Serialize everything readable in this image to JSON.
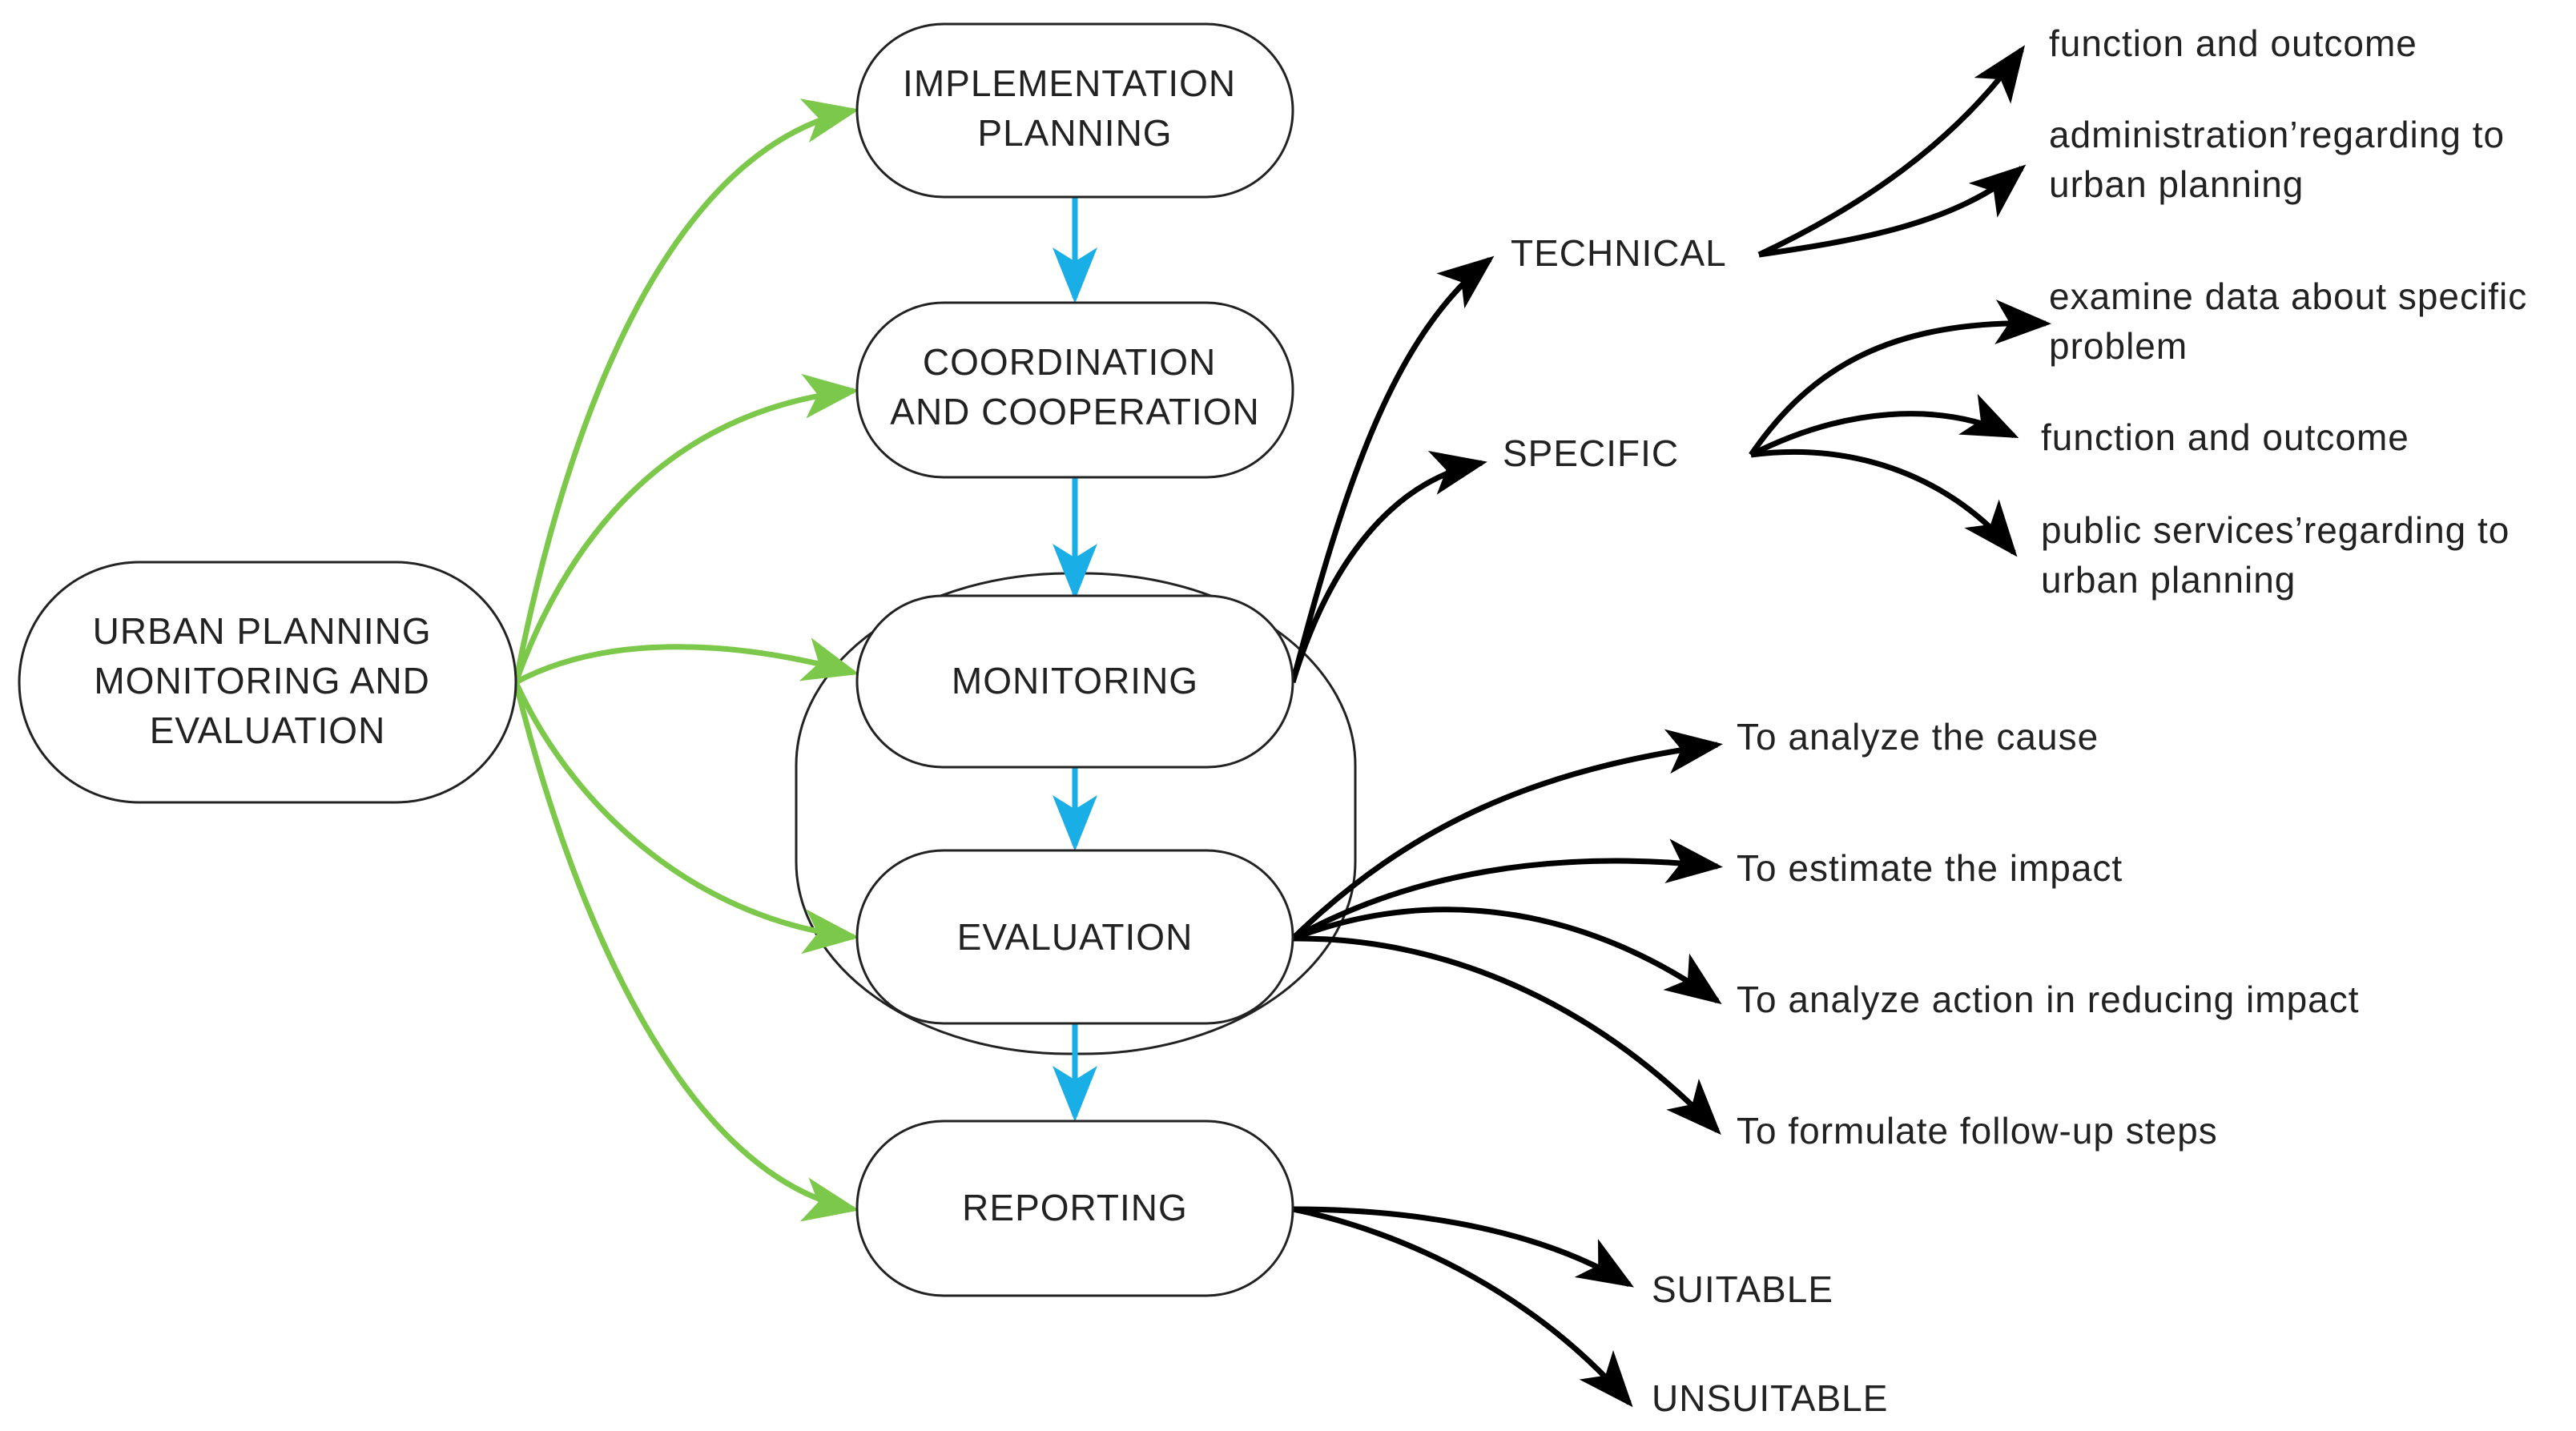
{
  "colors": {
    "green_arrow": "#7cc84a",
    "blue_arrow": "#1aaee6",
    "black_arrow": "#000000",
    "outline": "#222222"
  },
  "nodes": {
    "root": [
      "URBAN PLANNING",
      "MONITORING AND",
      "EVALUATION"
    ],
    "implementation": [
      "IMPLEMENTATION",
      "PLANNING"
    ],
    "coordination": [
      "COORDINATION",
      "AND COOPERATION"
    ],
    "monitoring": [
      "MONITORING"
    ],
    "evaluation": [
      "EVALUATION"
    ],
    "reporting": [
      "REPORTING"
    ]
  },
  "monitoring_branches": {
    "technical": "TECHNICAL",
    "technical_items": [
      [
        "function and outcome"
      ],
      [
        "administration’regarding to",
        "urban planning"
      ]
    ],
    "specific": "SPECIFIC",
    "specific_items": [
      [
        "examine data about specific",
        "problem"
      ],
      [
        "function and outcome"
      ],
      [
        "public services’regarding to",
        "urban planning"
      ]
    ]
  },
  "evaluation_items": [
    "To analyze the cause",
    "To estimate the impact",
    "To analyze action in reducing impact",
    "To formulate follow-up steps"
  ],
  "reporting_items": [
    "SUITABLE",
    "UNSUITABLE"
  ]
}
